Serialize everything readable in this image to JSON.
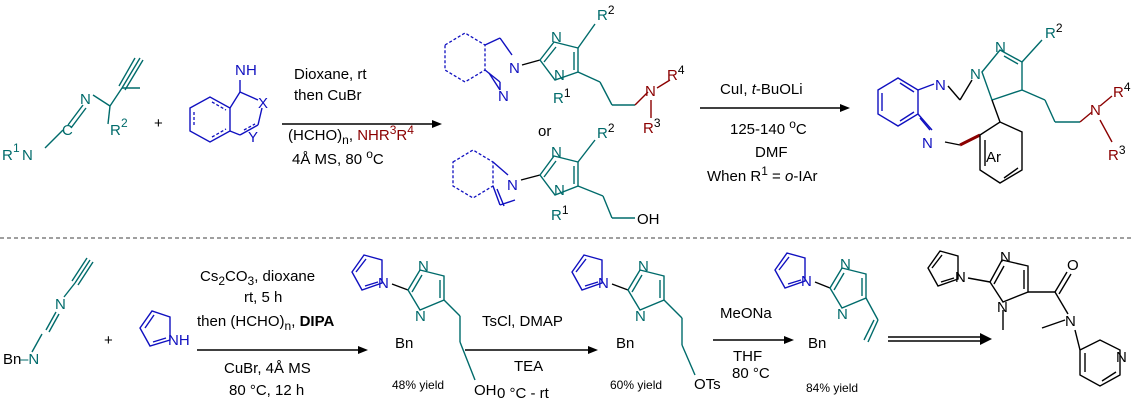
{
  "scheme": {
    "top": {
      "reactant1": {
        "atoms": {
          "r1n": "R",
          "n_eq": "N",
          "n_mid": "N",
          "r2": "R"
        },
        "r1_sup": "1",
        "r2_sup": "2",
        "c_eq": "C"
      },
      "plus": "+",
      "reactant2": {
        "nh": "H",
        "n": "N",
        "x": "X",
        "y": "Y"
      },
      "conditions1": {
        "line1": "Dioxane, rt",
        "line2": "then CuBr",
        "line3_a": "(HCHO)",
        "line3_sub": "n",
        "line3_b": ", ",
        "line3_amine": "NHR",
        "line3_amine_sup1": "3",
        "line3_amine_r": "R",
        "line3_amine_sup2": "4",
        "line4": "4Å MS, 80 ",
        "line4_sup": "o",
        "line4_end": "C"
      },
      "product1": {
        "r2": "R",
        "r2_sup": "2",
        "n4": "N",
        "r4": "R",
        "r4_sup": "4",
        "r3": "R",
        "r3_sup": "3",
        "r1": "R",
        "r1_sup": "1"
      },
      "or_label": "or",
      "product2": {
        "r2": "R",
        "r2_sup": "2",
        "r1": "R",
        "r1_sup": "1",
        "oh": "OH"
      },
      "conditions2": {
        "line1_a": "CuI, ",
        "line1_b": "t",
        "line1_c": "-BuOLi",
        "line2": "125-140 ",
        "line2_sup": "o",
        "line2_end": "C",
        "line3": "DMF",
        "line4_a": "When R",
        "line4_sup": "1",
        "line4_b": " = ",
        "line4_c": "o",
        "line4_d": "-IAr"
      },
      "product3": {
        "r2": "R",
        "r2_sup": "2",
        "r4": "R",
        "r4_sup": "4",
        "r3": "R",
        "r3_sup": "3",
        "ar": "Ar"
      }
    },
    "bottom": {
      "reactant1": {
        "bn": "Bn",
        "n": "N"
      },
      "plus": "+",
      "reactant2": {
        "nh": "NH"
      },
      "conditions1": {
        "line1_a": "Cs",
        "line1_sub1": "2",
        "line1_b": "CO",
        "line1_sub2": "3",
        "line1_c": ", dioxane",
        "line2": "rt, 5 h",
        "line3_a": "then (HCHO)",
        "line3_sub": "n",
        "line3_b": ", ",
        "line3_bold": "DIPA",
        "line4": "CuBr, 4Å MS",
        "line5": "80 °C, 12 h"
      },
      "product1": {
        "bn": "Bn",
        "oh": "OH",
        "yield": "48% yield"
      },
      "conditions2": {
        "line1": "TsCl, DMAP",
        "line2": "TEA",
        "line3": "0 °C - rt"
      },
      "product2": {
        "bn": "Bn",
        "ots": "OTs",
        "yield": "60% yield"
      },
      "conditions3": {
        "line1": "MeONa",
        "line2": "THF",
        "line3": "80 °C"
      },
      "product3": {
        "bn": "Bn",
        "yield": "84% yield"
      },
      "product4": {
        "o": "O",
        "n": "N"
      }
    }
  }
}
